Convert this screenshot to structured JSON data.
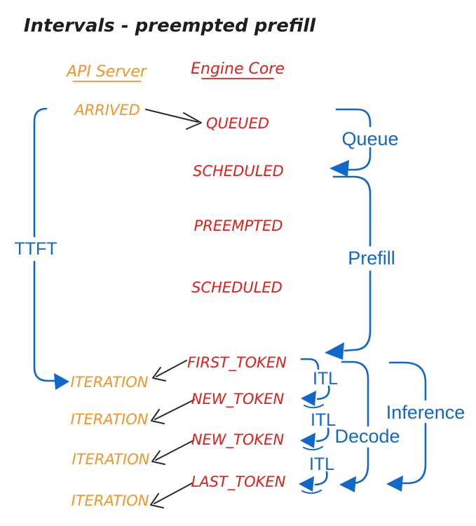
{
  "title": "Intervals - preempted prefill",
  "colors": {
    "orange": "#F0962B",
    "red": "#E0201A",
    "blue": "#1268C8",
    "black": "#1E1E1E"
  },
  "headers": {
    "api_server": "API Server",
    "engine_core": "Engine Core"
  },
  "api_events": {
    "arrived": "ARRIVED",
    "iteration1": "ITERATION",
    "iteration2": "ITERATION",
    "iteration3": "ITERATION",
    "iteration4": "ITERATION"
  },
  "engine_events": {
    "queued": "QUEUED",
    "scheduled1": "SCHEDULED",
    "preempted": "PREEMPTED",
    "scheduled2": "SCHEDULED",
    "first_token": "FIRST_TOKEN",
    "new_token1": "NEW_TOKEN",
    "new_token2": "NEW_TOKEN",
    "last_token": "LAST_TOKEN"
  },
  "intervals": {
    "ttft": "TTFT",
    "queue": "Queue",
    "prefill": "Prefill",
    "itl1": "ITL",
    "itl2": "ITL",
    "itl3": "ITL",
    "decode": "Decode",
    "inference": "Inference"
  }
}
